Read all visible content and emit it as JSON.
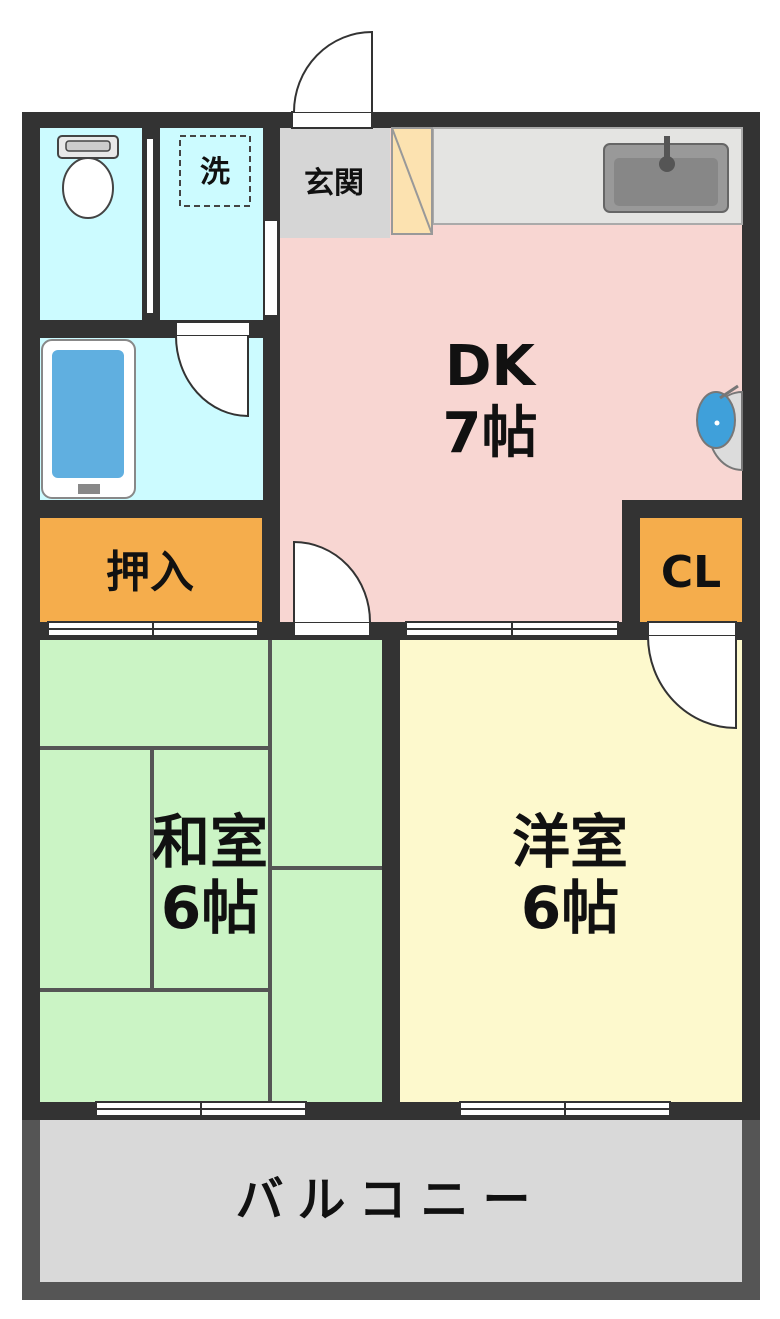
{
  "rooms": {
    "entrance": {
      "label": "玄関"
    },
    "washer": {
      "label": "洗"
    },
    "dining_kitchen": {
      "name": "DK",
      "size": "7帖"
    },
    "closet_oshiire": {
      "label": "押入"
    },
    "closet_cl": {
      "label": "CL"
    },
    "japanese_room": {
      "name": "和室",
      "size": "6帖"
    },
    "western_room": {
      "name": "洋室",
      "size": "6帖"
    },
    "balcony": {
      "label": "バルコニー"
    }
  },
  "colors": {
    "wall": "#333333",
    "dk_floor": "#f8d6d2",
    "wet_area": "#ccfbff",
    "entrance_floor": "#d6d6d6",
    "counter": "#e4e4e2",
    "closet": "#f5ad4c",
    "tatami": "#cbf4c5",
    "western_floor": "#fdf9cd",
    "balcony": "#d9d9d9"
  }
}
